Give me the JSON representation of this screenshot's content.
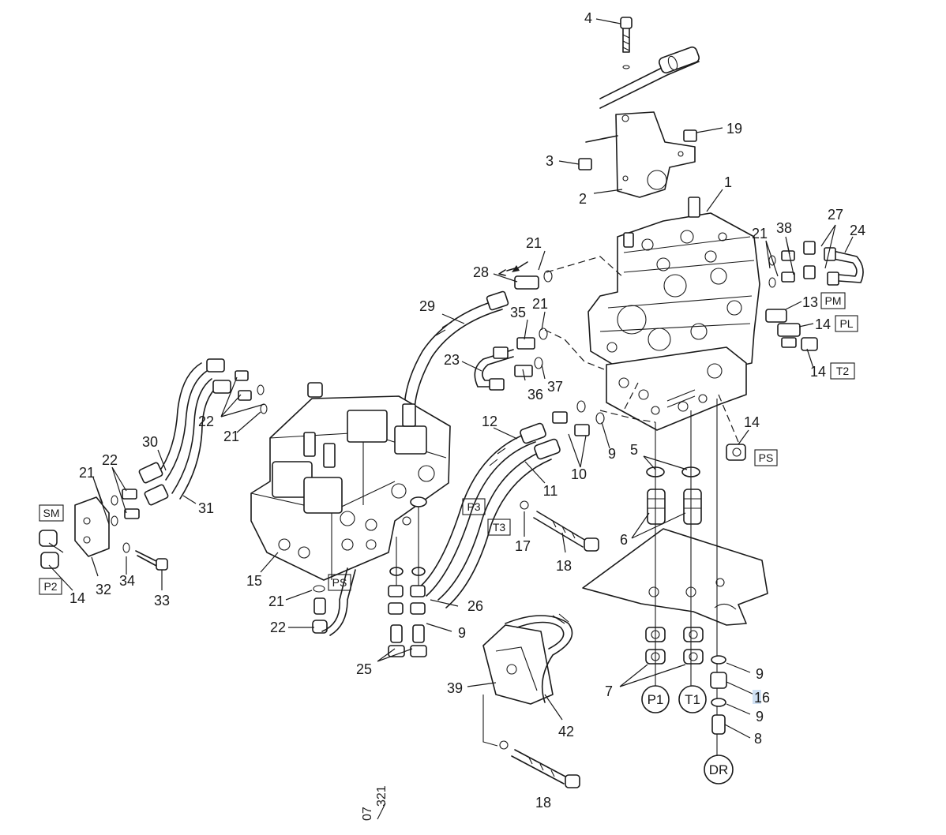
{
  "callouts": {
    "c1": "1",
    "c2": "2",
    "c3": "3",
    "c4": "4",
    "c5": "5",
    "c6": "6",
    "c7": "7",
    "c8": "8",
    "c9a": "9",
    "c9b": "9",
    "c9c": "9",
    "c9d": "9",
    "c10": "10",
    "c11": "11",
    "c12": "12",
    "c13": "13",
    "c14a": "14",
    "c14b": "14",
    "c14c": "14",
    "c14d": "14",
    "c15": "15",
    "c16": "16",
    "c17": "17",
    "c18a": "18",
    "c18b": "18",
    "c19": "19",
    "c21a": "21",
    "c21b": "21",
    "c21c": "21",
    "c21d": "21",
    "c21e": "21",
    "c21f": "21",
    "c22a": "22",
    "c22b": "22",
    "c22c": "22",
    "c23": "23",
    "c24": "24",
    "c25": "25",
    "c26": "26",
    "c27": "27",
    "c28": "28",
    "c29": "29",
    "c30": "30",
    "c31": "31",
    "c32": "32",
    "c33": "33",
    "c34": "34",
    "c35": "35",
    "c36": "36",
    "c37": "37",
    "c38": "38",
    "c39": "39",
    "c42": "42"
  },
  "boxed_labels": {
    "pm": "PM",
    "pl": "PL",
    "t2": "T2",
    "ps_right": "PS",
    "ps_left": "PS",
    "p3": "P3",
    "t3": "T3",
    "sm": "SM",
    "p2": "P2"
  },
  "port_labels": {
    "p1": "P1",
    "t1": "T1",
    "dr": "DR"
  },
  "drawing_reference": {
    "top": "07",
    "bottom": "321"
  }
}
